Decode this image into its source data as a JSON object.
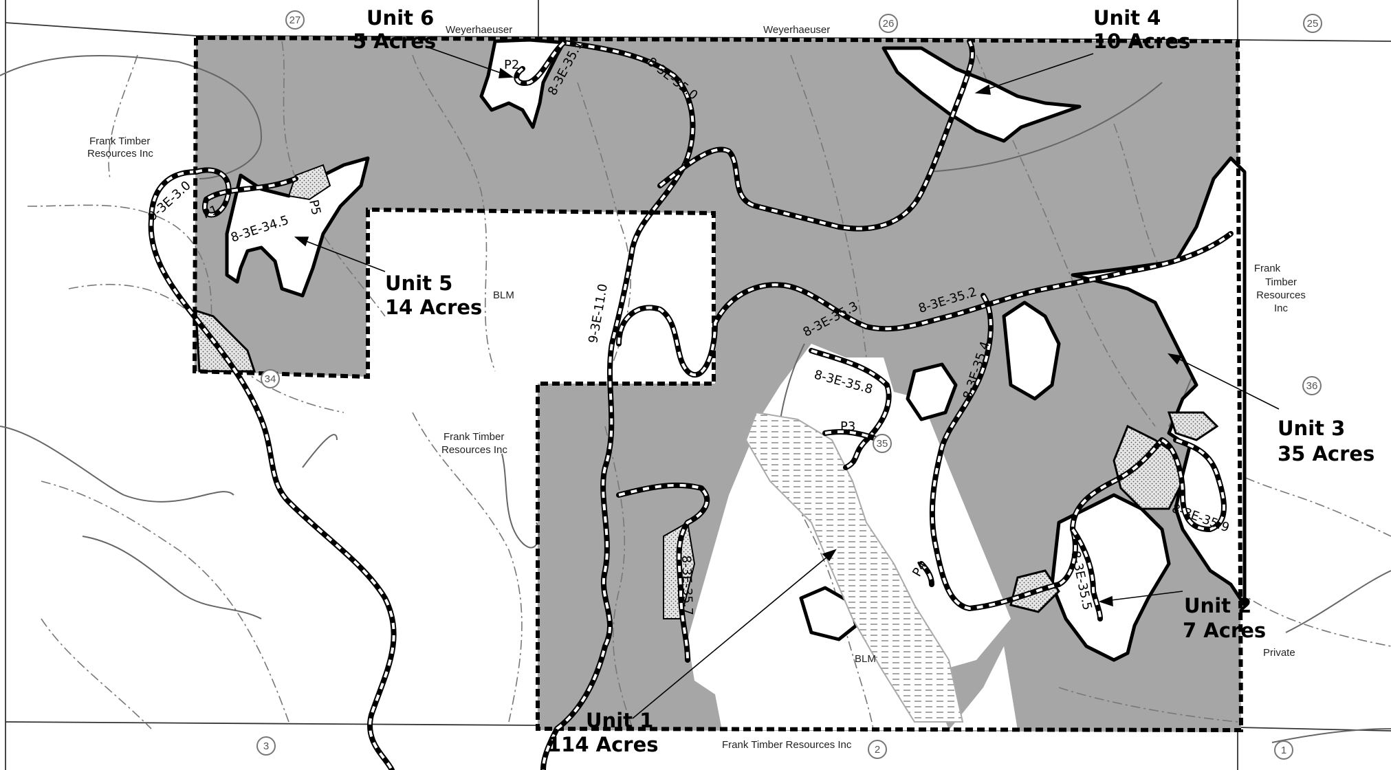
{
  "map": {
    "units": [
      {
        "name": "Unit 1",
        "acres": "114 Acres"
      },
      {
        "name": "Unit 2",
        "acres": "7 Acres"
      },
      {
        "name": "Unit 3",
        "acres": "35 Acres"
      },
      {
        "name": "Unit 4",
        "acres": "10 Acres"
      },
      {
        "name": "Unit 5",
        "acres": "14 Acres"
      },
      {
        "name": "Unit 6",
        "acres": "5 Acres"
      }
    ],
    "owners": {
      "weyerhaeuser_west": "Weyerhaeuser",
      "weyerhaeuser_east": "Weyerhaeuser",
      "frank_nw_line1": "Frank Timber",
      "frank_nw_line2": "Resources Inc",
      "frank_center_line1": "Frank Timber",
      "frank_center_line2": "Resources Inc",
      "frank_east_line1": "Frank",
      "frank_east_line2": "Timber",
      "frank_east_line3": "Resources",
      "frank_east_line4": "Inc",
      "frank_south": "Frank Timber Resources Inc",
      "blm_north": "BLM",
      "blm_south": "BLM",
      "private": "Private"
    },
    "roads": [
      "9-3E-3.0",
      "8-3E-34.5",
      "8-3E-35.1",
      "8-3E-35.0",
      "9-3E-11.0",
      "8-3E-35.3",
      "8-3E-35.2",
      "8-3E-35.8",
      "8-3E-35.4",
      "8-3E-35.7",
      "8-3E-35.5",
      "8-3E-35.9"
    ],
    "points": [
      "P1",
      "P2",
      "P3",
      "P4",
      "P5"
    ],
    "sections": [
      "27",
      "26",
      "25",
      "34",
      "35",
      "36",
      "3",
      "2",
      "1"
    ],
    "colors": {
      "unit_fill": "#ffffff",
      "stand_fill": "#a6a6a6",
      "boundary": "#000000",
      "background": "#ffffff",
      "stream": "#777777"
    }
  }
}
